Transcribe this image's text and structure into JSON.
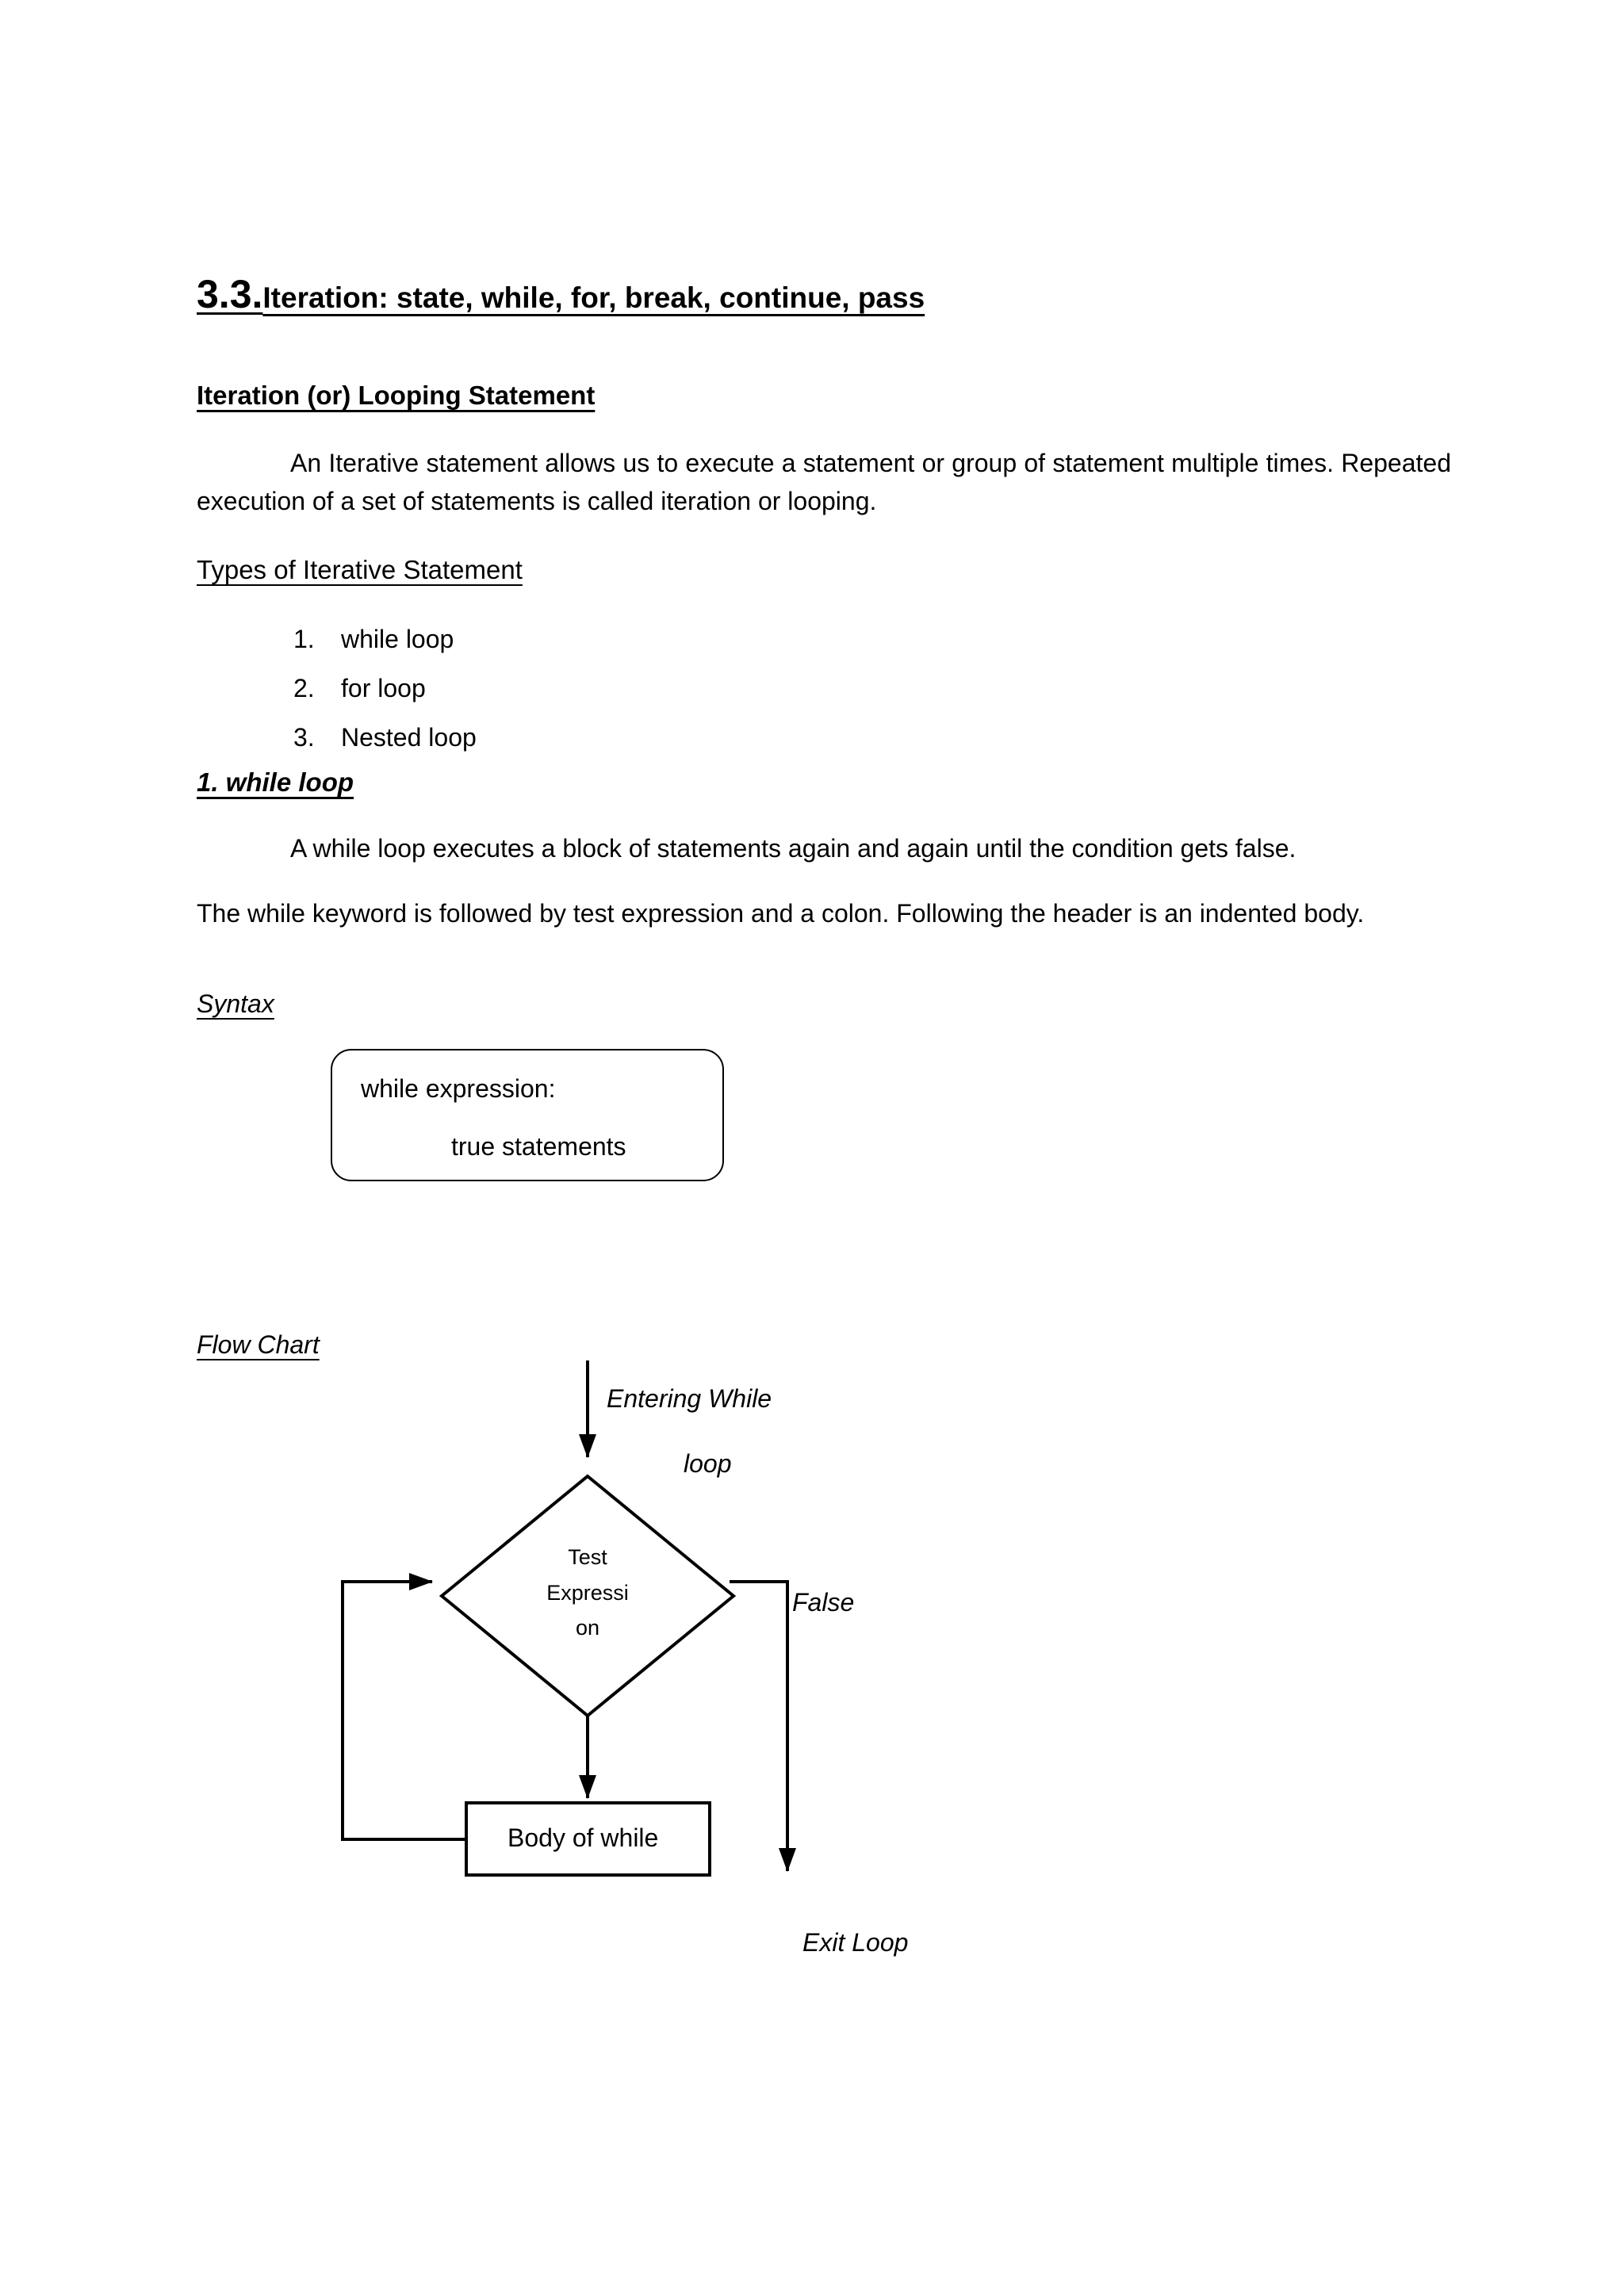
{
  "document": {
    "heading": {
      "number": "3.3.",
      "title": "Iteration: state, while, for, break, continue, pass"
    },
    "section_iteration": {
      "heading": "Iteration (or) Looping Statement",
      "paragraph": "An Iterative statement allows us to execute a statement or group of statement multiple times. Repeated execution of a set of statements is called iteration or looping."
    },
    "section_types": {
      "heading": "Types of Iterative Statement",
      "items": [
        {
          "number": "1.",
          "label": "while loop"
        },
        {
          "number": "2.",
          "label": "for loop"
        },
        {
          "number": "3.",
          "label": "Nested loop"
        }
      ]
    },
    "section_while": {
      "heading": "1. while loop",
      "paragraph_1": "A while loop executes a block of statements again and again until the condition gets false.",
      "paragraph_2": "The while keyword is followed by test expression and a colon. Following the header is an indented body.",
      "syntax_label": "Syntax",
      "syntax_box": {
        "line_1": "while expression:",
        "line_2": "true statements"
      },
      "flowchart_label": "Flow Chart"
    }
  },
  "flowchart": {
    "entry_label_line_1": "Entering While",
    "entry_label_line_2": "loop",
    "decision_text_line_1": "Test",
    "decision_text_line_2": "Expressi",
    "decision_text_line_3": "on",
    "false_label": "False",
    "body_box_label": "Body of while",
    "exit_label": "Exit Loop",
    "stroke_color": "#000000"
  }
}
